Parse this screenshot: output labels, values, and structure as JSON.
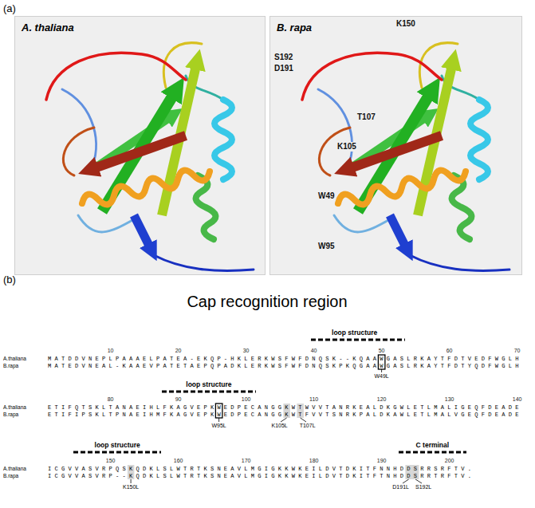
{
  "diagram": {
    "nodes": [
      {
        "text": [
          "A. thaliana"
        ]
      },
      {
        "text": [
          "B. rapa"
        ]
      }
    ],
    "labels": [
      "(a)",
      "K150",
      "S192",
      "D191",
      "T107",
      "K105",
      "W49",
      "W95",
      "(b)",
      "Cap recognition region",
      "loop structure",
      "10",
      "20",
      "30",
      "40",
      "50",
      "60",
      "70",
      "A.thaliana",
      "M A T D D V N E P L P A A A E L P A T E A - E K Q P - H K L E R K W S F W F D N Q S K - - K Q A A W G A S L R K A Y T F D T V E D F W G L H",
      "B.rapa",
      "M A T E D V N E A L - K A A E V P A T E T A E P Q P A D K L E R K W S F W F D N Q S K P K Q G A A W G A S L R K A Y T F D T Y Q D F W G L H",
      "W49L",
      "loop structure",
      "80",
      "90",
      "100",
      "110",
      "120",
      "130",
      "140",
      "A.thaliana",
      "E T I F Q T S K L T A N A E I H L F K A G V E P K W E D P E C A N G G K W T W V V T A N R K E A L D K G W L E T L M A L I G E Q F D E A D E",
      "B.rapa",
      "E T I F I P S K L T P N A E I H M F K A G V E P K W E D P E C A N G G K W T F V V T S N R K P A L D K A W L E T L M A L V G E Q F D E A D E",
      "W95L",
      "K105L",
      "T107L",
      "loop structure",
      "C terminal",
      "150",
      "160",
      "170",
      "180",
      "190",
      "200",
      "A.thaliana",
      "I C G V V A S V R P Q S K Q D K L S L W T R T K S N E A V L M G I G K K W K E I L D V T D K I T F N N H D D S R R S R F T V .",
      "B.rapa",
      "I C G V V A S V R P - - K Q D K L S L W T R T K S N E A V L M G I G K K W K E I L D V T D K I T F T N H D D S R R T R F T V .",
      "K150L",
      "D191L",
      "S192L"
    ]
  }
}
